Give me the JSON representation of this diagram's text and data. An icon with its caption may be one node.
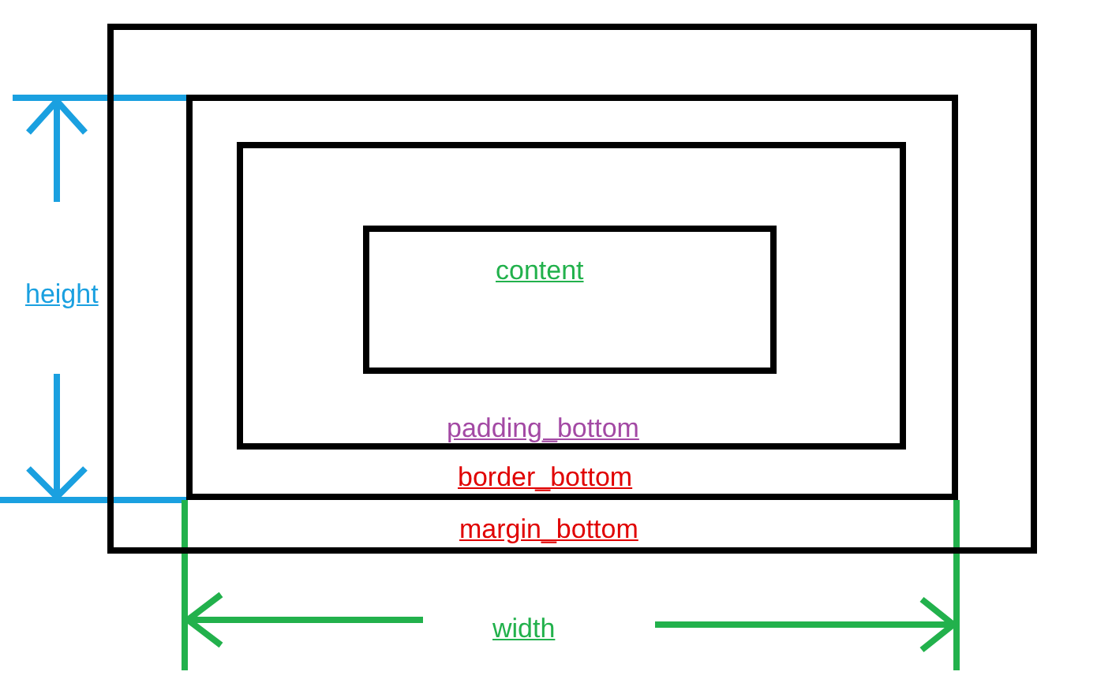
{
  "diagram": {
    "nodes": [
      {
        "text": [
          "margin_bottom"
        ]
      },
      {
        "text": [
          "border_bottom"
        ],
        "in": 0
      },
      {
        "text": [
          "padding_bottom"
        ],
        "in": 1
      },
      {
        "text": [
          "content"
        ],
        "in": 2
      }
    ],
    "labels": [
      "height",
      "width"
    ]
  }
}
